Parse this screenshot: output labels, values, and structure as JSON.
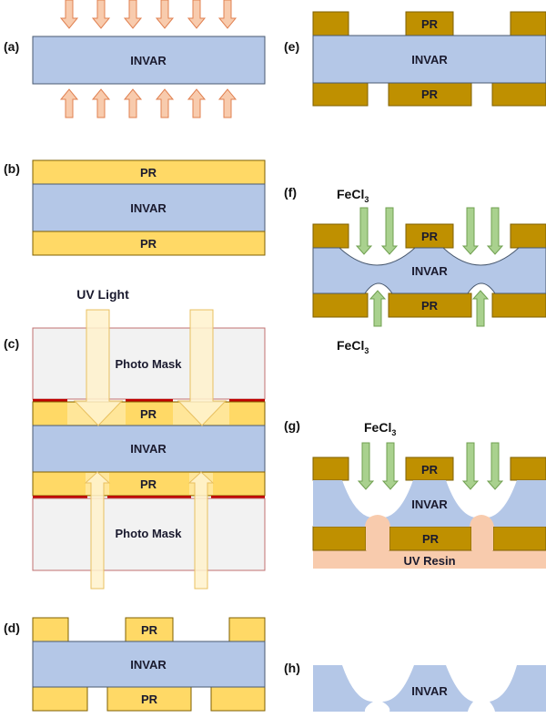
{
  "panels": {
    "a": {
      "label": "(a)",
      "invar": "INVAR"
    },
    "b": {
      "label": "(b)",
      "invar": "INVAR",
      "pr_top": "PR",
      "pr_bottom": "PR"
    },
    "c": {
      "label": "(c)",
      "uv": "UV Light",
      "mask_top": "Photo Mask",
      "mask_bottom": "Photo Mask",
      "pr_top": "PR",
      "pr_bottom": "PR",
      "invar": "INVAR"
    },
    "d": {
      "label": "(d)",
      "invar": "INVAR",
      "pr_top": "PR",
      "pr_bottom": "PR"
    },
    "e": {
      "label": "(e)",
      "invar": "INVAR",
      "pr_top": "PR",
      "pr_bottom": "PR"
    },
    "f": {
      "label": "(f)",
      "etchant_top": "FeCl",
      "etchant_bottom": "FeCl",
      "sub": "3",
      "invar": "INVAR",
      "pr_top": "PR",
      "pr_bottom": "PR"
    },
    "g": {
      "label": "(g)",
      "etchant": "FeCl",
      "sub": "3",
      "invar": "INVAR",
      "pr_top": "PR",
      "pr_bottom": "PR",
      "resin": "UV Resin"
    },
    "h": {
      "label": "(h)",
      "invar": "INVAR"
    }
  },
  "colors": {
    "invar": "#b4c7e7",
    "pr_light": "#ffd966",
    "pr_dark": "#bf9000",
    "mask": "#f2f2f2",
    "mask_edge": "#c00000",
    "arrow_heat": "#f8cbad",
    "arrow_uv": "#fff2cc",
    "arrow_fecl3": "#a9d18e",
    "resin": "#f8cbad"
  }
}
